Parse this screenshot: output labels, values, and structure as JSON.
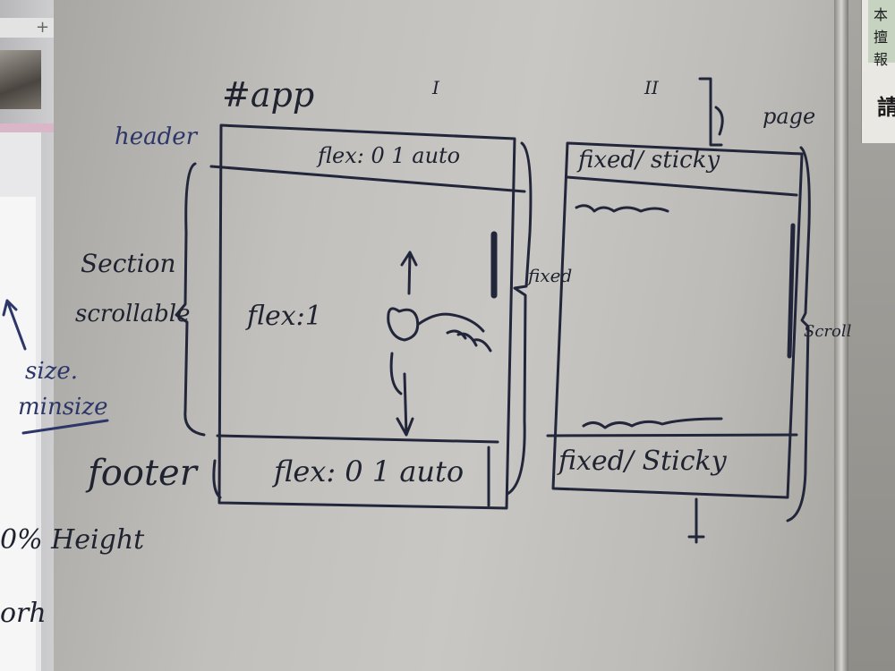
{
  "whiteboard": {
    "app_label": "#app",
    "roman_one": "I",
    "roman_two": "II",
    "header_label": "header",
    "header_flex": "flex: 0 1 auto",
    "section_label": "Section",
    "scrollable_label": "scrollable",
    "section_flex": "flex:1",
    "fixed_label": "fixed",
    "footer_label": "footer",
    "footer_flex": "flex: 0 1 auto",
    "page_label": "page",
    "top_bar_label": "fixed/ sticky",
    "scroll_label": "Scroll",
    "bottom_bar_label": "fixed/ Sticky",
    "bottom_mark": "I",
    "size_label": "size.",
    "minsize_label": "minsize",
    "height_label": "0% Height",
    "left_cut_label": "orh"
  },
  "colors": {
    "ink_black": "#1f2330",
    "ink_blue": "#2c3668",
    "board": "#c6c4c0"
  }
}
